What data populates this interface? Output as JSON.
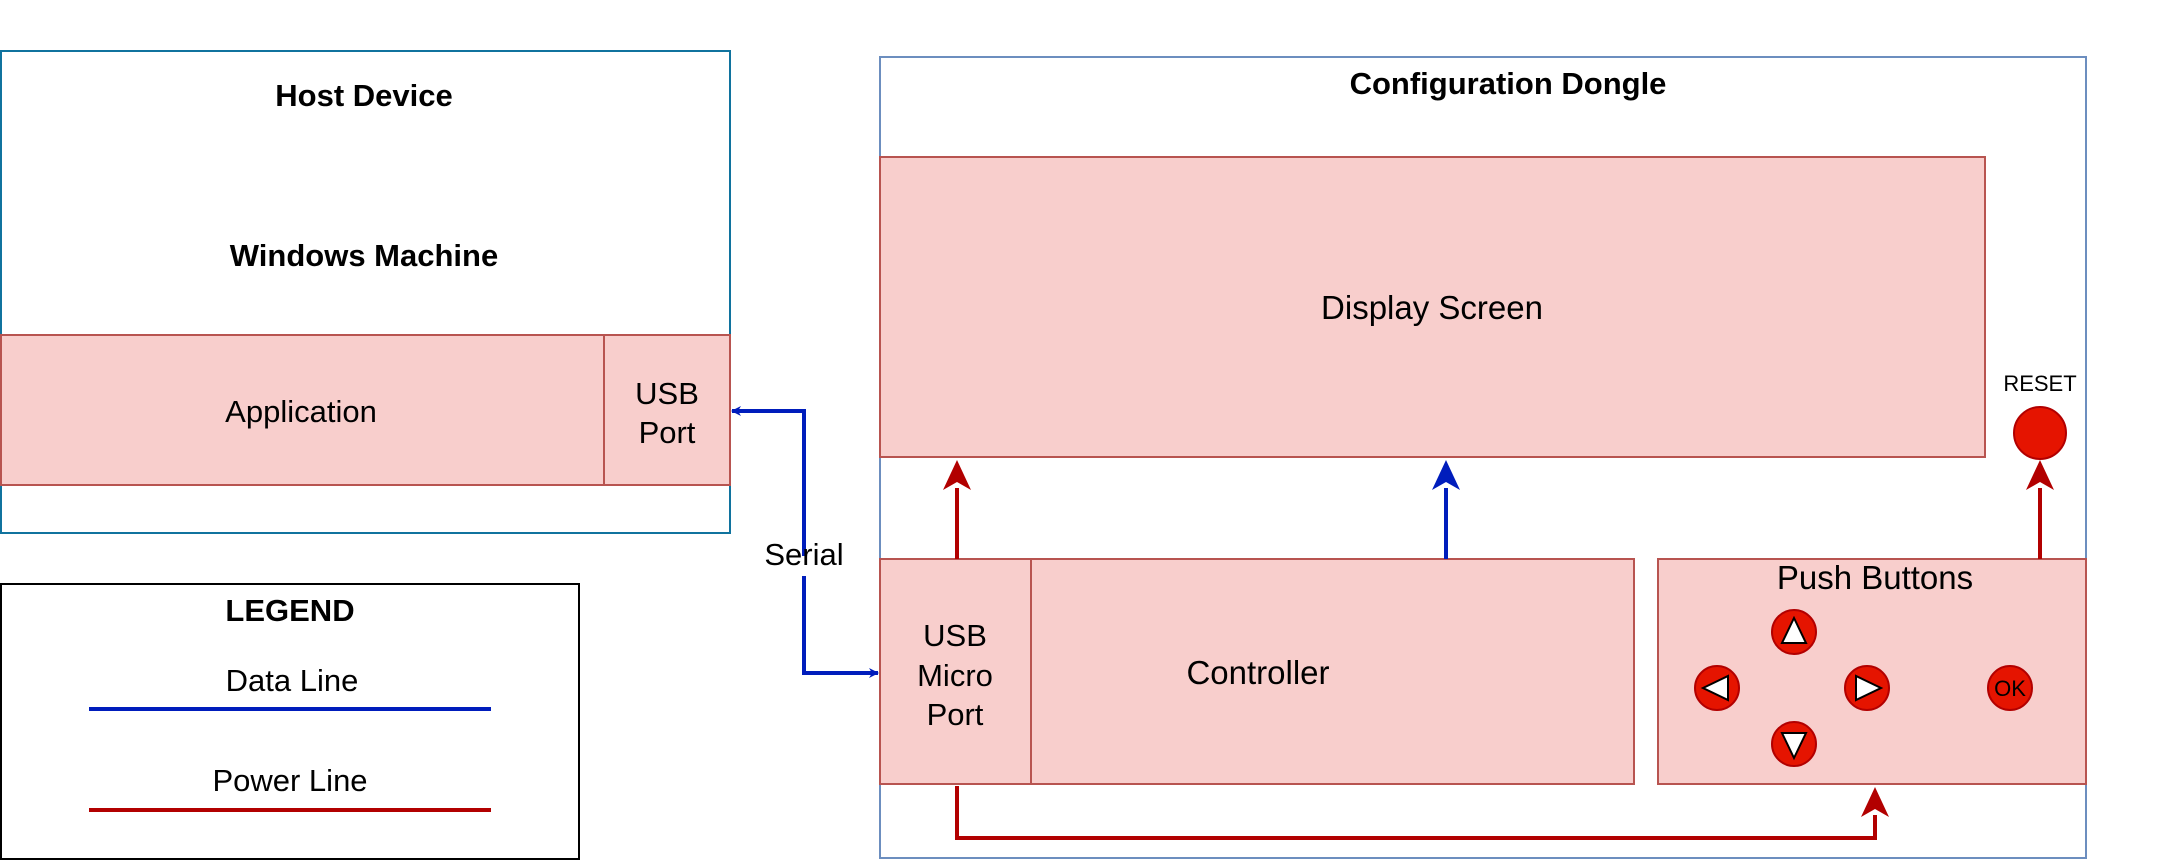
{
  "colors": {
    "host_border": "#10739e",
    "dongle_border": "#6c8ebf",
    "block_fill": "#f8cecc",
    "block_border": "#b85450",
    "data_line": "#001dbc",
    "power_line": "#b20000",
    "button_fill": "#e51400"
  },
  "host": {
    "title": "Host Device",
    "machine": "Windows Machine",
    "application": "Application",
    "usb_port_line1": "USB",
    "usb_port_line2": "Port"
  },
  "link": {
    "serial": "Serial"
  },
  "legend": {
    "title": "LEGEND",
    "data_line": "Data Line",
    "power_line": "Power Line"
  },
  "dongle": {
    "title": "Configuration Dongle",
    "display": "Display Screen",
    "usb_micro_line1": "USB",
    "usb_micro_line2": "Micro",
    "usb_micro_line3": "Port",
    "controller": "Controller",
    "push_buttons": "Push Buttons",
    "ok": "OK",
    "reset": "RESET"
  },
  "icons": [
    "up-arrow-icon",
    "down-arrow-icon",
    "left-arrow-icon",
    "right-arrow-icon"
  ]
}
